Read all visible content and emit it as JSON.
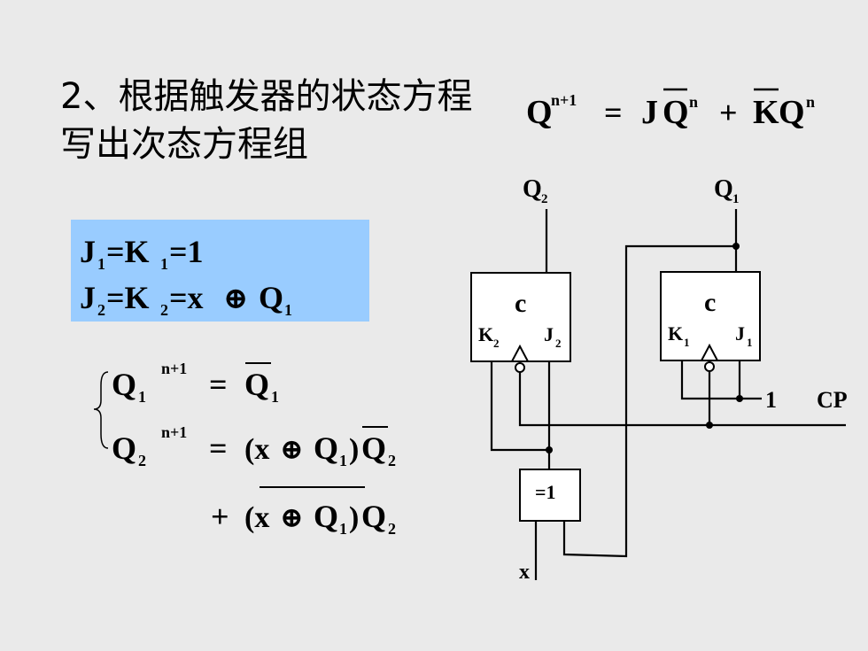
{
  "title": {
    "line1": "2、根据触发器的状态方程",
    "line2": "写出次态方程组"
  },
  "header_equation": {
    "lhs": "Q",
    "lhs_sup": "n+1",
    "eq": "=",
    "t1_a": "J",
    "t1_b": "Q",
    "t1_sup": "n",
    "plus": "+",
    "t2_a": "K",
    "t2_b": "Q",
    "t2_sup": "n"
  },
  "given": {
    "line1": {
      "j": "J",
      "j_sub": "1",
      "eq1": "=K",
      "k_sub": "1",
      "rest": "=1"
    },
    "line2": {
      "j": "J",
      "j_sub": "2",
      "eq1": "=K",
      "k_sub": "2",
      "rest": "=x",
      "xor": "⊕",
      "q": "Q",
      "q_sub": "1"
    }
  },
  "next_state": {
    "eq1": {
      "q": "Q",
      "sub": "1",
      "sup": "n+1",
      "eq": "=",
      "rhs": "Q",
      "rhs_sub": "1"
    },
    "eq2": {
      "q": "Q",
      "sub": "2",
      "sup": "n+1",
      "eq": "=",
      "lp": "(x",
      "xor": "⊕",
      "q1": "Q",
      "q1_sub": "1",
      "rp": ")",
      "q2": "Q",
      "q2_sub": "2"
    },
    "eq3": {
      "plus": "+",
      "lp": "(x",
      "xor": "⊕",
      "q1": "Q",
      "q1_sub": "1",
      "rp": ")",
      "q2": "Q",
      "q2_sub": "2"
    }
  },
  "circuit": {
    "q2_label": "Q",
    "q2_sub": "2",
    "q1_label": "Q",
    "q1_sub": "1",
    "ff2": {
      "c": "c",
      "k": "K",
      "k_sub": "2",
      "j": "J",
      "j_sub": "2"
    },
    "ff1": {
      "c": "c",
      "k": "K",
      "k_sub": "1",
      "j": "J",
      "j_sub": "1"
    },
    "xor_gate": "=1",
    "one_input": "1",
    "cp_label": "CP",
    "x_label": "x"
  }
}
